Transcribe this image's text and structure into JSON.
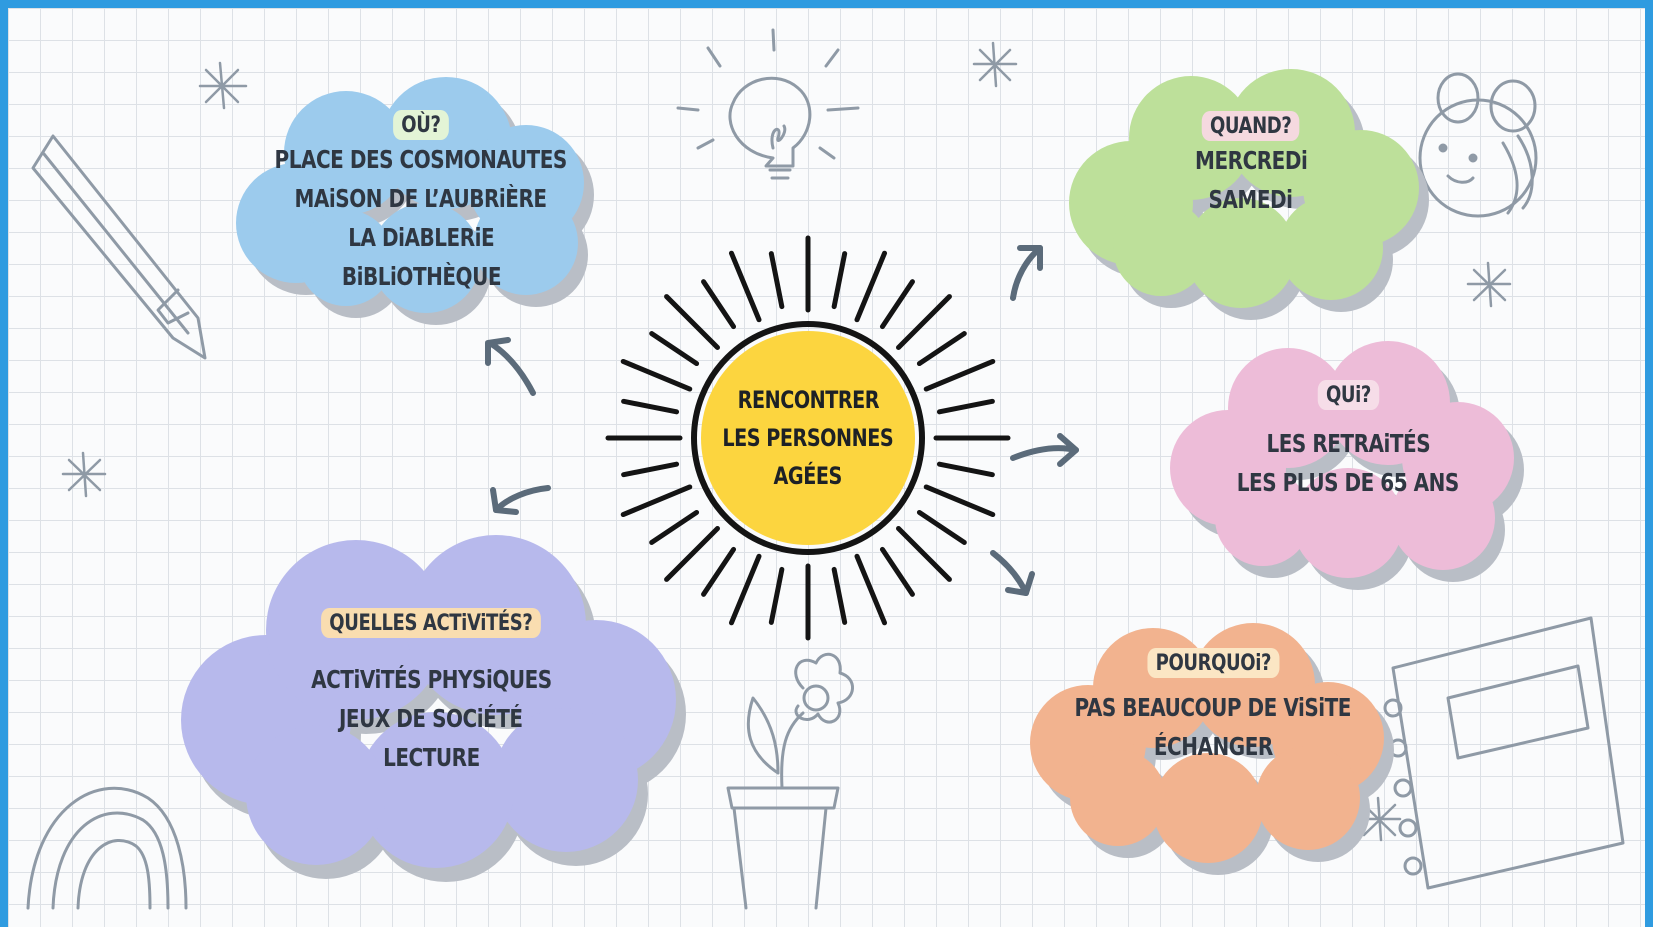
{
  "center": {
    "lines": [
      "RENCONTRER",
      "LES PERSONNES",
      "AGÉES"
    ],
    "color": "#fcd53f"
  },
  "clouds": {
    "ou": {
      "tag": "OÙ?",
      "lines": [
        "PLACE DES COSMONAUTES",
        "MAiSON DE L’AUBRiÈRE",
        "LA DiABLERiE",
        "BiBLiOTHÈQUE"
      ],
      "color": "#9ccbed",
      "tag_color": "#e3f4d6"
    },
    "quand": {
      "tag": "QUAND?",
      "lines": [
        "MERCREDi",
        "SAMEDi"
      ],
      "color": "#bde09a",
      "tag_color": "#f5d9df"
    },
    "qui": {
      "tag": "QUi?",
      "lines": [
        "LES RETRAiTÉS",
        "LES PLUS DE 65 ANS"
      ],
      "color": "#edbcd8",
      "tag_color": "#f6dde8"
    },
    "activites": {
      "tag": "QUELLES ACTiViTÉS?",
      "lines": [
        "ACTiViTÉS PHYSiQUES",
        "JEUX DE SOCiÉTÉ",
        "LECTURE"
      ],
      "color": "#b7b9ec",
      "tag_color": "#f9ddb0"
    },
    "pourquoi": {
      "tag": "POURQUOi?",
      "lines": [
        "PAS BEAUCOUP DE ViSiTE",
        "ÉCHANGER"
      ],
      "color": "#f2b38f",
      "tag_color": "#fbe6c4"
    }
  },
  "decorations": [
    "pencil-icon",
    "lightbulb-icon",
    "bee-icon",
    "flower-pot-icon",
    "notebook-icon",
    "rainbow-icon",
    "sparkle-icon"
  ],
  "colors": {
    "frame": "#2f9be0",
    "ink": "#2f3742",
    "arrow": "#5b6b7a",
    "sketch": "#8f9aa6"
  }
}
